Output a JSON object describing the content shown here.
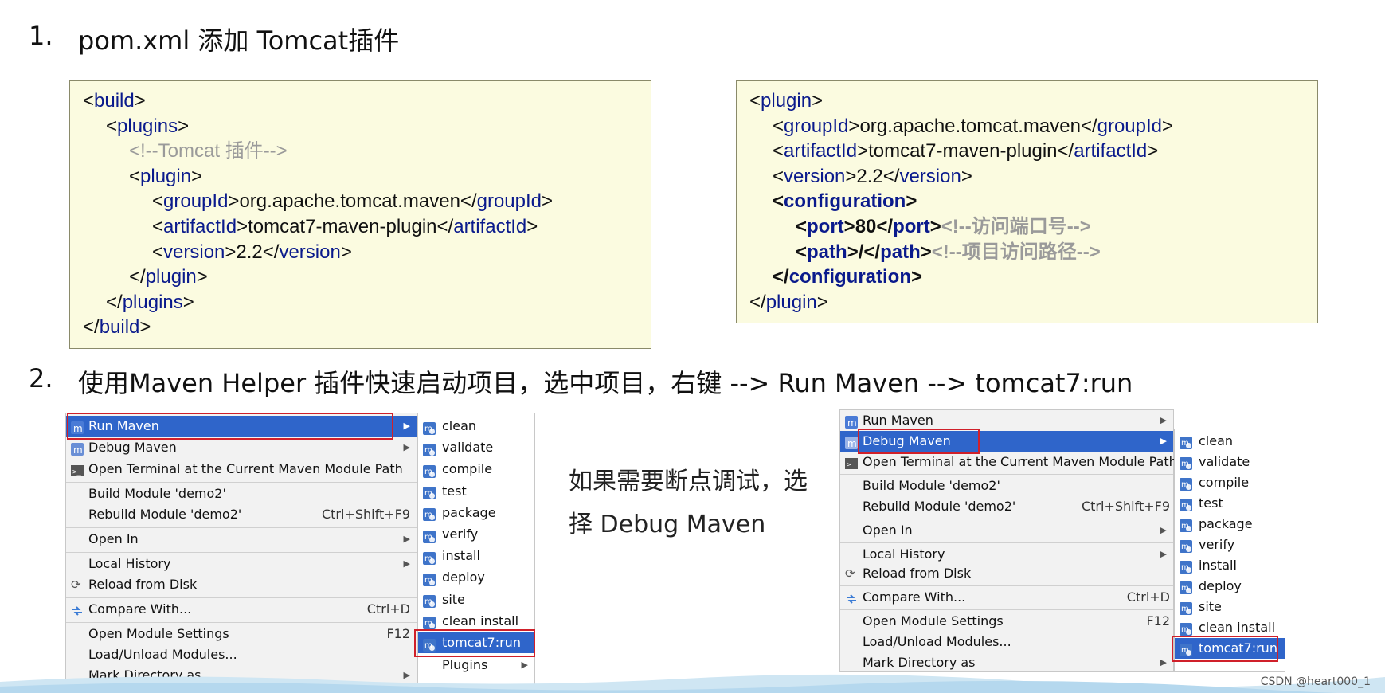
{
  "step1": {
    "num": "1.",
    "text": "pom.xml 添加 Tomcat插件"
  },
  "step2": {
    "num": "2.",
    "text": "使用Maven Helper 插件快速启动项目，选中项目，右键 --> Run Maven --> tomcat7:run"
  },
  "code_left": [
    {
      "parts": [
        {
          "t": "<"
        },
        {
          "t": "build",
          "c": "tag"
        },
        {
          "t": ">"
        }
      ]
    },
    {
      "parts": [
        {
          "t": "<"
        },
        {
          "t": "plugins",
          "c": "tag"
        },
        {
          "t": ">"
        }
      ]
    },
    {
      "parts": [
        {
          "t": "<!--Tomcat 插件-->",
          "c": "cmt"
        }
      ]
    },
    {
      "parts": [
        {
          "t": "<"
        },
        {
          "t": "plugin",
          "c": "tag"
        },
        {
          "t": ">"
        }
      ]
    },
    {
      "parts": [
        {
          "t": "<"
        },
        {
          "t": "groupId",
          "c": "tag"
        },
        {
          "t": ">org.apache.tomcat.maven</"
        },
        {
          "t": "groupId",
          "c": "tag"
        },
        {
          "t": ">"
        }
      ]
    },
    {
      "parts": [
        {
          "t": "<"
        },
        {
          "t": "artifactId",
          "c": "tag"
        },
        {
          "t": ">tomcat7-maven-plugin</"
        },
        {
          "t": "artifactId",
          "c": "tag"
        },
        {
          "t": ">"
        }
      ]
    },
    {
      "parts": [
        {
          "t": "<"
        },
        {
          "t": "version",
          "c": "tag"
        },
        {
          "t": ">2.2</"
        },
        {
          "t": "version",
          "c": "tag"
        },
        {
          "t": ">"
        }
      ]
    },
    {
      "parts": [
        {
          "t": "</"
        },
        {
          "t": "plugin",
          "c": "tag"
        },
        {
          "t": ">"
        }
      ]
    },
    {
      "parts": [
        {
          "t": "</"
        },
        {
          "t": "plugins",
          "c": "tag"
        },
        {
          "t": ">"
        }
      ]
    },
    {
      "parts": [
        {
          "t": "</"
        },
        {
          "t": "build",
          "c": "tag"
        },
        {
          "t": ">"
        }
      ]
    }
  ],
  "code_right": [
    {
      "parts": [
        {
          "t": "<"
        },
        {
          "t": "plugin",
          "c": "tag"
        },
        {
          "t": ">"
        }
      ]
    },
    {
      "parts": [
        {
          "t": "<"
        },
        {
          "t": "groupId",
          "c": "tag"
        },
        {
          "t": ">org.apache.tomcat.maven</"
        },
        {
          "t": "groupId",
          "c": "tag"
        },
        {
          "t": ">"
        }
      ]
    },
    {
      "parts": [
        {
          "t": "<"
        },
        {
          "t": "artifactId",
          "c": "tag"
        },
        {
          "t": ">tomcat7-maven-plugin</"
        },
        {
          "t": "artifactId",
          "c": "tag"
        },
        {
          "t": ">"
        }
      ]
    },
    {
      "parts": [
        {
          "t": "<"
        },
        {
          "t": "version",
          "c": "tag"
        },
        {
          "t": ">2.2</"
        },
        {
          "t": "version",
          "c": "tag"
        },
        {
          "t": ">"
        }
      ]
    },
    {
      "parts": [
        {
          "t": "<",
          "c": "bold"
        },
        {
          "t": "configuration",
          "c": "tag bold"
        },
        {
          "t": ">",
          "c": "bold"
        }
      ]
    },
    {
      "parts": [
        {
          "t": "<",
          "c": "bold"
        },
        {
          "t": "port",
          "c": "tag bold"
        },
        {
          "t": ">80</",
          "c": "bold"
        },
        {
          "t": "port",
          "c": "tag bold"
        },
        {
          "t": ">",
          "c": "bold"
        },
        {
          "t": "<!--访问端口号-->",
          "c": "cmt bold"
        }
      ]
    },
    {
      "parts": [
        {
          "t": "<",
          "c": "bold"
        },
        {
          "t": "path",
          "c": "tag bold"
        },
        {
          "t": ">/</",
          "c": "bold"
        },
        {
          "t": "path",
          "c": "tag bold"
        },
        {
          "t": ">",
          "c": "bold"
        },
        {
          "t": "<!--项目访问路径-->",
          "c": "cmt bold"
        }
      ]
    },
    {
      "parts": [
        {
          "t": "</",
          "c": "bold"
        },
        {
          "t": "configuration",
          "c": "tag bold"
        },
        {
          "t": ">",
          "c": "bold"
        }
      ]
    },
    {
      "parts": [
        {
          "t": "</"
        },
        {
          "t": "plugin",
          "c": "tag"
        },
        {
          "t": ">"
        }
      ]
    }
  ],
  "note": {
    "line1": "如果需要断点调试，选",
    "line2": "择 Debug Maven"
  },
  "context_menu": {
    "run_maven": "Run Maven",
    "debug_maven": "Debug Maven",
    "open_terminal": "Open Terminal at the Current Maven Module Path",
    "build_module": "Build Module 'demo2'",
    "rebuild_module": "Rebuild Module 'demo2'",
    "rebuild_shortcut": "Ctrl+Shift+F9",
    "open_in": "Open In",
    "local_history": "Local History",
    "reload": "Reload from Disk",
    "compare_with": "Compare With...",
    "compare_shortcut": "Ctrl+D",
    "module_settings": "Open Module Settings",
    "module_settings_shortcut": "F12",
    "load_unload": "Load/Unload Modules...",
    "mark_directory": "Mark Directory as"
  },
  "maven_goals": [
    "clean",
    "validate",
    "compile",
    "test",
    "package",
    "verify",
    "install",
    "deploy",
    "site",
    "clean install",
    "tomcat7:run"
  ],
  "plugins_label": "Plugins",
  "watermark": "CSDN @heart000_1"
}
